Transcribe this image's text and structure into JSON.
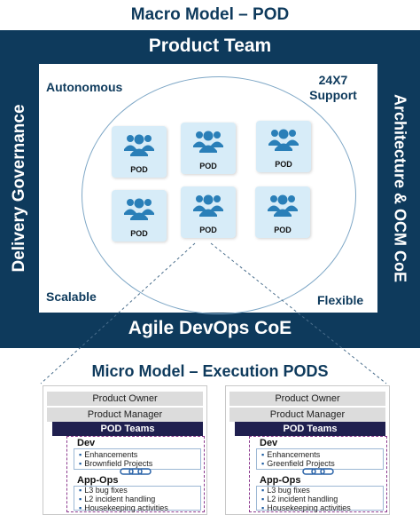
{
  "macro": {
    "title": "Macro Model – POD",
    "top_label": "Product Team",
    "left_label": "Delivery Governance",
    "right_label": "Architecture & OCM CoE",
    "bottom_label": "Agile DevOps CoE",
    "corners": {
      "autonomous": "Autonomous",
      "support": "24X7\nSupport",
      "scalable": "Scalable",
      "flexible": "Flexible"
    },
    "pods": [
      {
        "label": "POD"
      },
      {
        "label": "POD"
      },
      {
        "label": "POD"
      },
      {
        "label": "POD"
      },
      {
        "label": "POD"
      },
      {
        "label": "POD"
      }
    ]
  },
  "micro": {
    "title": "Micro Model – Execution PODS",
    "cards": [
      {
        "product_owner": "Product Owner",
        "product_manager": "Product Manager",
        "pod_teams": "POD  Teams",
        "dev": {
          "title": "Dev",
          "items": [
            "Enhancements",
            "Brownfield Projects"
          ]
        },
        "appops": {
          "title": "App-Ops",
          "items": [
            "L3 bug fixes",
            "L2 incident handling",
            "Housekeeping activities"
          ]
        }
      },
      {
        "product_owner": "Product Owner",
        "product_manager": "Product Manager",
        "pod_teams": "POD  Teams",
        "dev": {
          "title": "Dev",
          "items": [
            "Enhancements",
            "Greenfield Projects"
          ]
        },
        "appops": {
          "title": "App-Ops",
          "items": [
            "L3 bug fixes",
            "L2 incident handling",
            "Housekeeping activities"
          ]
        }
      }
    ]
  },
  "colors": {
    "navy": "#0e3a5c",
    "pod_tile": "#d7ecf8",
    "people_icon": "#2a7fb8",
    "pod_bar": "#1f1f4f"
  }
}
